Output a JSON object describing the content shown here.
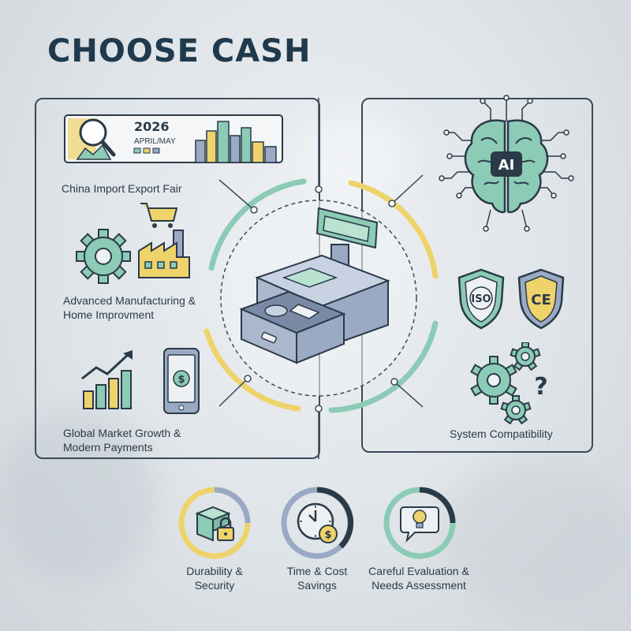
{
  "title": "CHOOSE CASH",
  "fair": {
    "year": "2026",
    "months": "APRIL/MAY",
    "label": "China Import Export Fair"
  },
  "left_items": [
    {
      "label": "Advanced Manufacturing & Home Improvment"
    },
    {
      "label": "Global Market Growth & Modern Payments"
    }
  ],
  "right_items": {
    "ai_badge": "AI",
    "iso_badge": "ISO",
    "ce_badge": "CE",
    "compat_label": "System Compatibility",
    "question_mark": "?"
  },
  "bottom_items": [
    {
      "label": "Durability & Security"
    },
    {
      "label": "Time & Cost Savings"
    },
    {
      "label": "Careful Evaluation & Needs Assessment"
    }
  ],
  "colors": {
    "teal": "#8ccbb5",
    "yellow": "#eed36a",
    "slate": "#3a4a58",
    "blue_gray": "#9aa9c4"
  }
}
